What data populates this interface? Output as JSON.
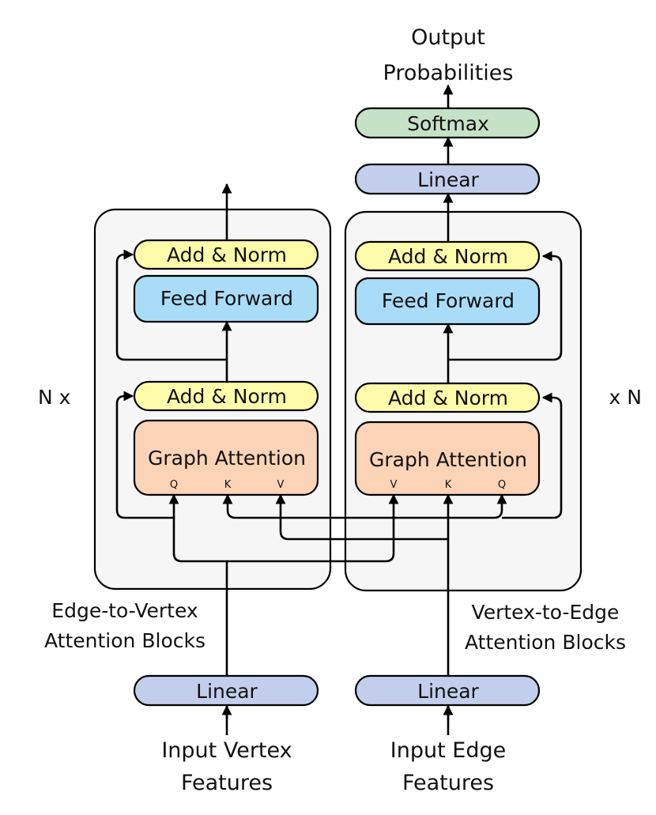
{
  "output_label": {
    "line1": "Output",
    "line2": "Probabilities"
  },
  "softmax": {
    "label": "Softmax",
    "color": "#c6e2c6"
  },
  "linear_color": "#c2cfec",
  "add_norm_color": "#fdfcaa",
  "feed_forward_color": "#a9ddf7",
  "graph_attention_color": "#fbd3b6",
  "block_bg": "#f6f6f6",
  "decoder_linear": {
    "label": "Linear"
  },
  "left_block": {
    "repeat": "N x",
    "add_norm_top": "Add & Norm",
    "feed_forward": "Feed Forward",
    "add_norm_bottom": "Add & Norm",
    "graph_attention": "Graph Attention",
    "ports": {
      "q": "Q",
      "k": "K",
      "v": "V"
    },
    "caption": {
      "line1": "Edge-to-Vertex",
      "line2": "Attention Blocks"
    },
    "linear": "Linear",
    "input": {
      "line1": "Input Vertex",
      "line2": "Features"
    }
  },
  "right_block": {
    "repeat": "x N",
    "add_norm_top": "Add & Norm",
    "feed_forward": "Feed Forward",
    "add_norm_bottom": "Add & Norm",
    "graph_attention": "Graph Attention",
    "ports": {
      "v": "V",
      "k": "K",
      "q": "Q"
    },
    "caption": {
      "line1": "Vertex-to-Edge",
      "line2": "Attention Blocks"
    },
    "linear": "Linear",
    "input": {
      "line1": "Input Edge",
      "line2": "Features"
    }
  }
}
